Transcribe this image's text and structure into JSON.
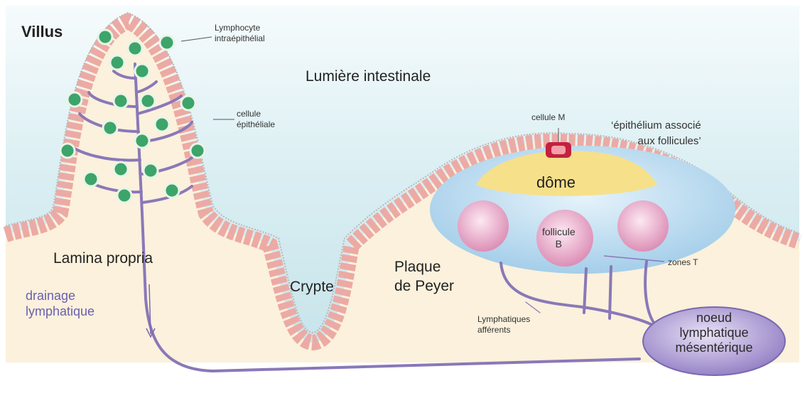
{
  "labels": {
    "villus": "Villus",
    "lymphocyte": "Lymphocyte\nintraépithélial",
    "lumiere": "Lumière intestinale",
    "cellule_epitheliale": "cellule\népithéliale",
    "cellule_m": "cellule M",
    "epithelium_assoc": "‘épithélium associé\naux follicules’",
    "dome": "dôme",
    "follicule": "follicule\nB",
    "zones_t": "zones T",
    "lamina": "Lamina propria",
    "crypte": "Crypte",
    "plaque": "Plaque\nde Peyer",
    "drainage": "drainage\nlymphatique",
    "lymph_aff": "Lymphatiques\nafférents",
    "noeud": "noeud\nlymphatique\nmésentérique"
  },
  "colors": {
    "lumen": "#d8eef2",
    "tissue": "#fbf1dc",
    "epithelium": "#f0b0aa",
    "lymph": "#8a78b8",
    "dome": "#f6e08a",
    "patch": "#bcdcf0",
    "follicle": "#e6a4c4",
    "node": "#9a86c8",
    "lymphocyte": "#3da46a"
  }
}
